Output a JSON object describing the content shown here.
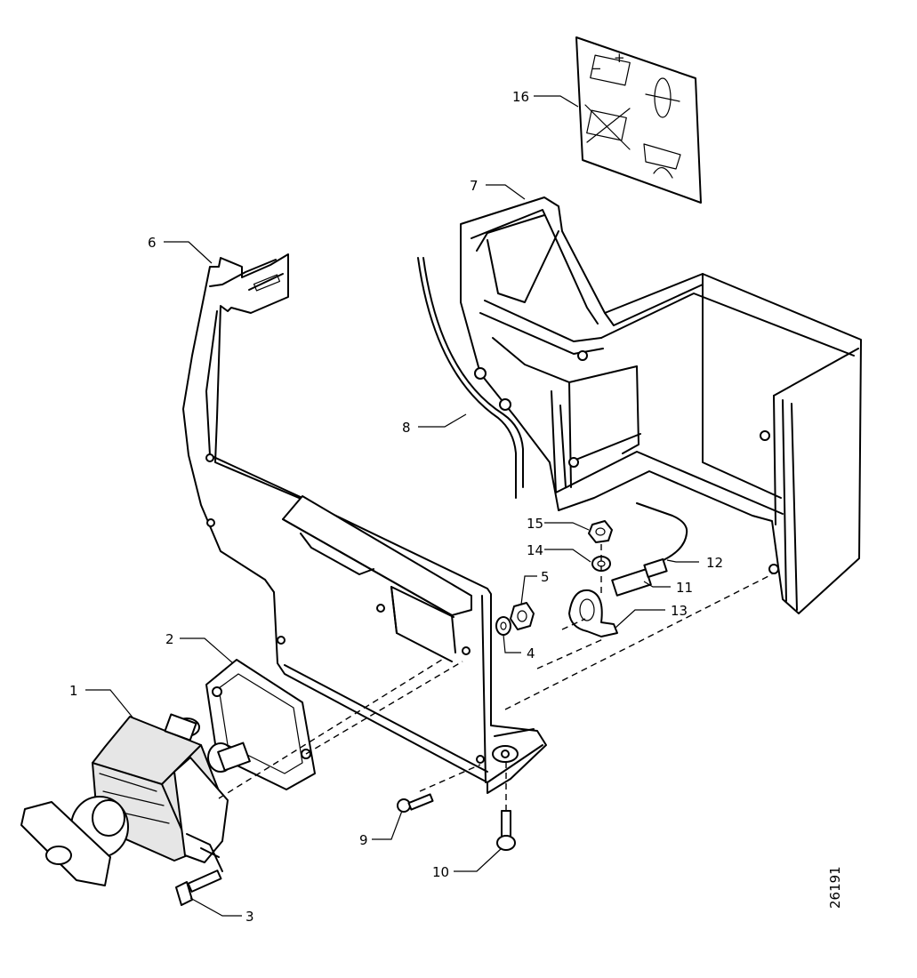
{
  "callouts": {
    "c1": "1",
    "c2": "2",
    "c3": "3",
    "c4": "4",
    "c5": "5",
    "c6": "6",
    "c7": "7",
    "c8": "8",
    "c9": "9",
    "c10": "10",
    "c11": "11",
    "c12": "12",
    "c13": "13",
    "c14": "14",
    "c15": "15",
    "c16": "16"
  },
  "reference_number": "26191",
  "decal_symbols": {
    "battery_plus": "+",
    "battery_minus": "−"
  }
}
